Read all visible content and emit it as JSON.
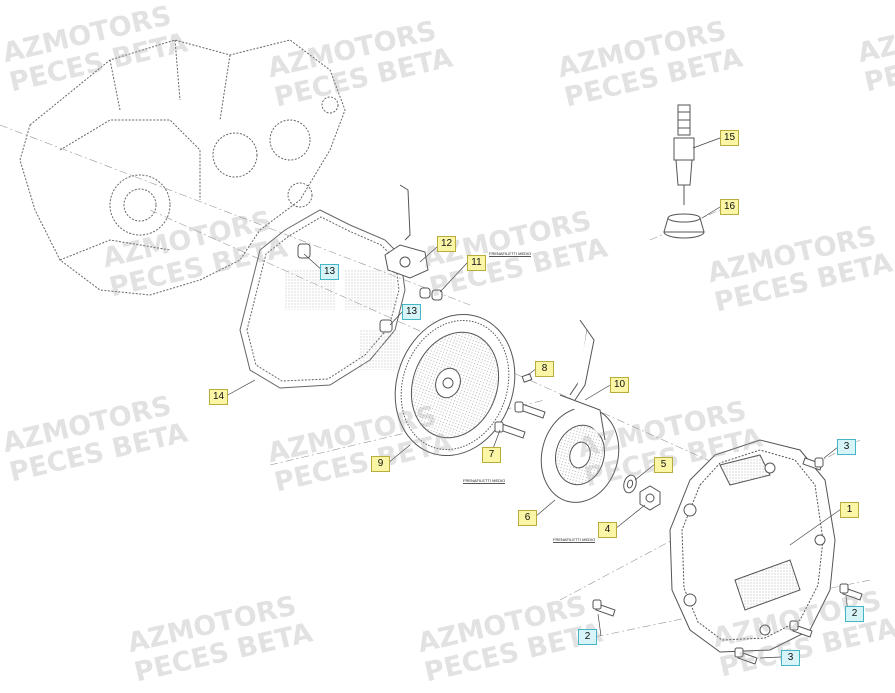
{
  "watermark": {
    "line1": "AZMOTORS",
    "line2": "PECES BETA"
  },
  "callouts": [
    {
      "id": "c15",
      "label": "15",
      "style": "yellow"
    },
    {
      "id": "c16",
      "label": "16",
      "style": "yellow"
    },
    {
      "id": "c12",
      "label": "12",
      "style": "yellow"
    },
    {
      "id": "c11",
      "label": "11",
      "style": "yellow"
    },
    {
      "id": "c13a",
      "label": "13",
      "style": "cyan"
    },
    {
      "id": "c13b",
      "label": "13",
      "style": "cyan"
    },
    {
      "id": "c14",
      "label": "14",
      "style": "yellow"
    },
    {
      "id": "c8",
      "label": "8",
      "style": "yellow"
    },
    {
      "id": "c10",
      "label": "10",
      "style": "yellow"
    },
    {
      "id": "c9",
      "label": "9",
      "style": "yellow"
    },
    {
      "id": "c7",
      "label": "7",
      "style": "yellow"
    },
    {
      "id": "c5",
      "label": "5",
      "style": "yellow"
    },
    {
      "id": "c6",
      "label": "6",
      "style": "yellow"
    },
    {
      "id": "c4",
      "label": "4",
      "style": "yellow"
    },
    {
      "id": "c3a",
      "label": "3",
      "style": "cyan"
    },
    {
      "id": "c1",
      "label": "1",
      "style": "yellow"
    },
    {
      "id": "c2a",
      "label": "2",
      "style": "cyan"
    },
    {
      "id": "c2b",
      "label": "2",
      "style": "cyan"
    },
    {
      "id": "c3b",
      "label": "3",
      "style": "cyan"
    }
  ],
  "notes": [
    {
      "id": "n1",
      "text": "FRENAFILETTI MEDIO"
    },
    {
      "id": "n2",
      "text": "FRENAFILETTI MEDIO"
    },
    {
      "id": "n3",
      "text": "FRENAFILETTI MEDIO"
    }
  ],
  "colors": {
    "line": "#555555",
    "callout_yellow": "#fbf6a6",
    "callout_cyan": "#d7f4f8",
    "watermark": "#969696"
  }
}
